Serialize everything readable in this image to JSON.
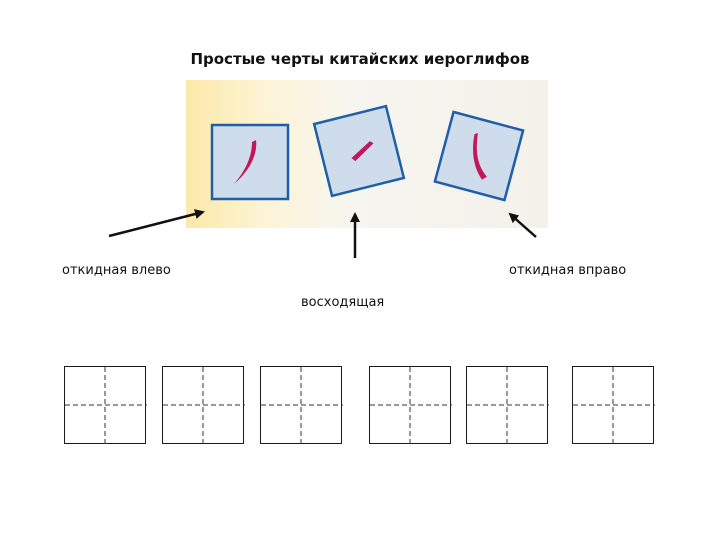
{
  "title": "Простые черты китайских иероглифов",
  "labels": {
    "left": "откидная влево",
    "right": "откидная вправо",
    "center": "восходящая"
  },
  "colors": {
    "card_fill": "#cfdcec",
    "card_border": "#1f5fa8",
    "stroke": "#c2185b"
  },
  "practice_boxes": 6
}
